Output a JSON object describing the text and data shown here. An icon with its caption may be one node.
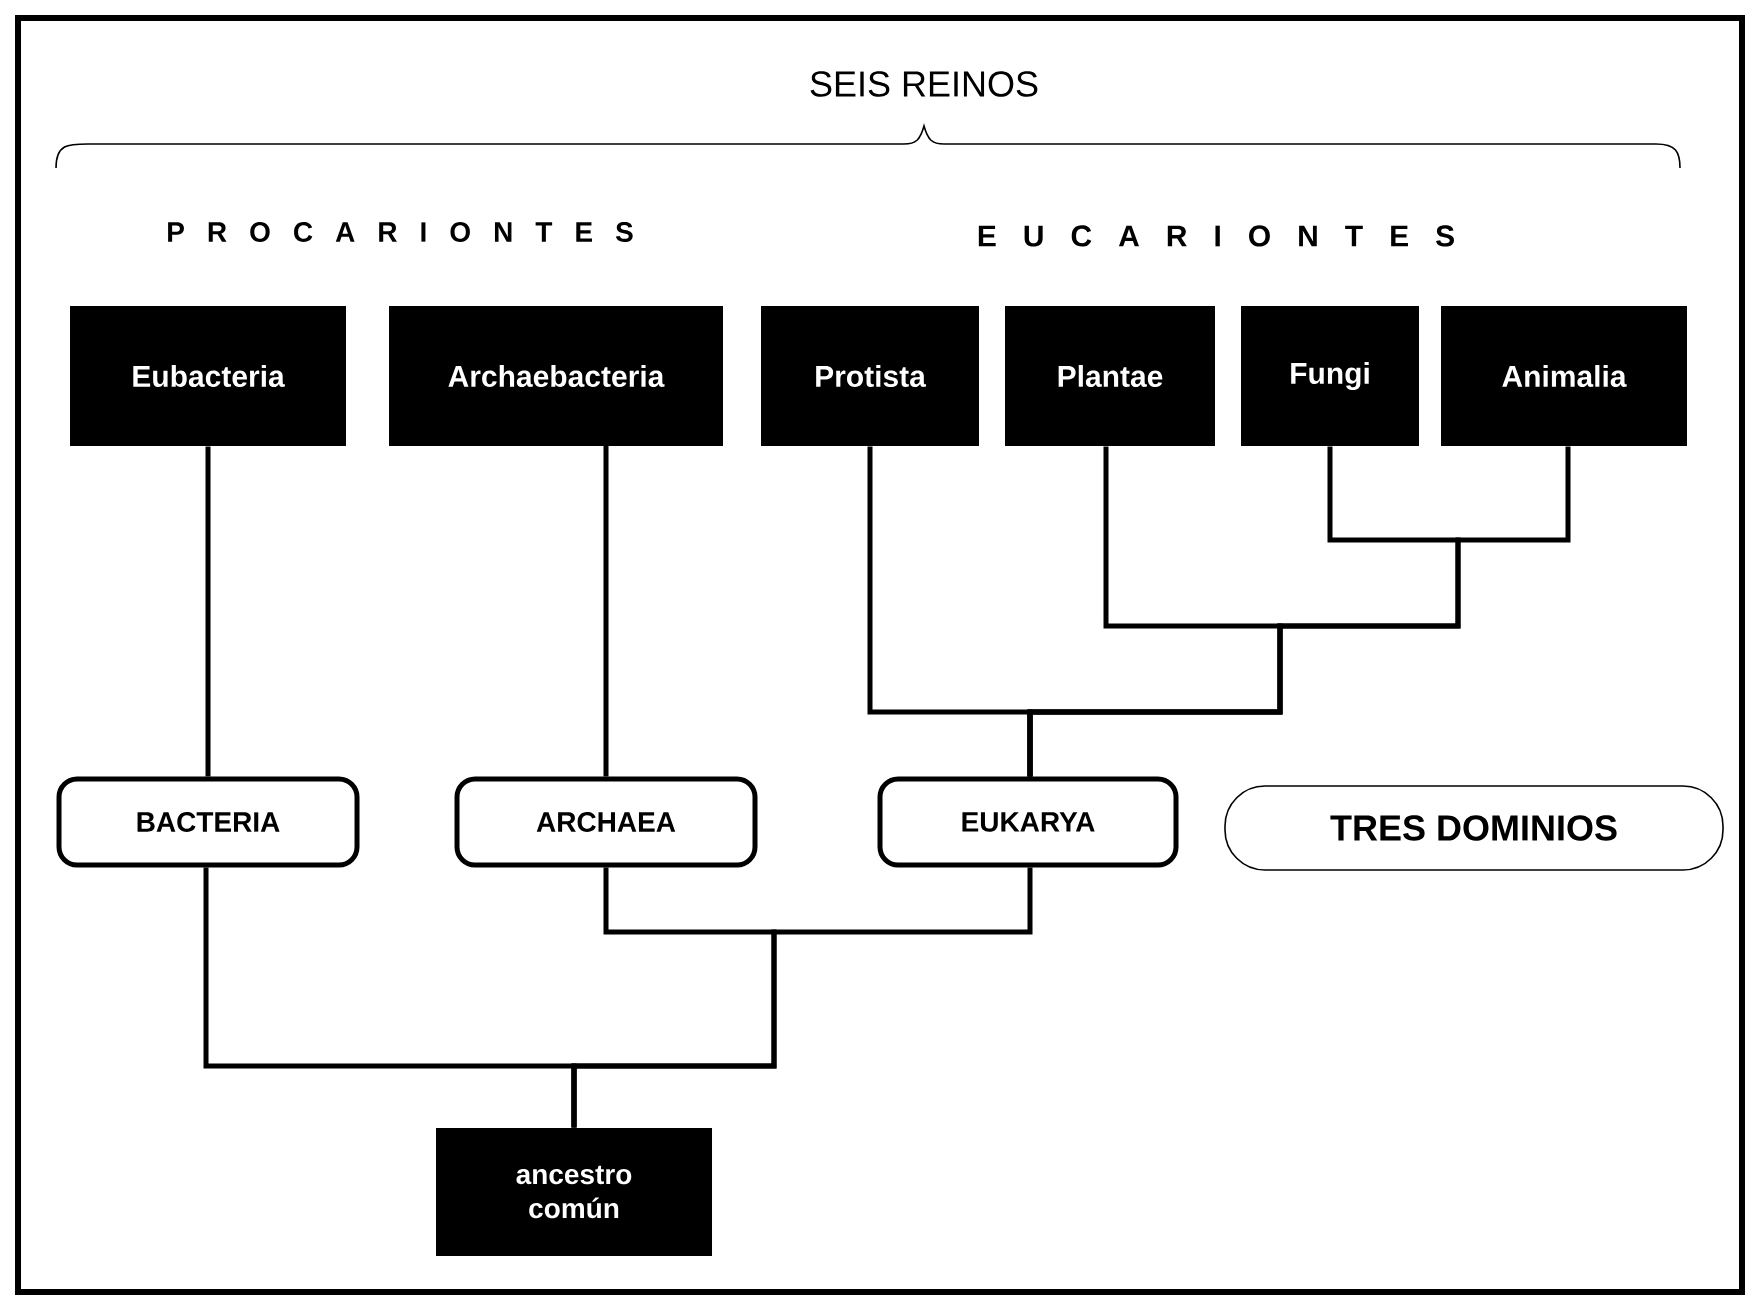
{
  "diagram": {
    "nodes": [
      {
        "text": [
          "Eubacteria"
        ]
      },
      {
        "text": [
          "Archaebacteria"
        ]
      },
      {
        "text": [
          "Protista"
        ]
      },
      {
        "text": [
          "Plantae"
        ]
      },
      {
        "text": [
          "Fungi"
        ]
      },
      {
        "text": [
          "Animalia"
        ]
      },
      {
        "text": [
          "BACTERIA"
        ]
      },
      {
        "text": [
          "ARCHAEA"
        ]
      },
      {
        "text": [
          "EUKARYA"
        ]
      },
      {
        "text": [
          "TRES DOMINIOS"
        ]
      },
      {
        "text": [
          "ancestro común"
        ]
      }
    ],
    "edges": [
      {
        "from": 0,
        "to": 6,
        "arrow": "none"
      },
      {
        "from": 1,
        "to": 7,
        "arrow": "none"
      },
      {
        "from": 2,
        "to": 8,
        "arrow": "none"
      },
      {
        "from": 3,
        "to": 8,
        "arrow": "none"
      },
      {
        "from": 4,
        "to": 8,
        "arrow": "none"
      },
      {
        "from": 5,
        "to": 8,
        "arrow": "none"
      },
      {
        "from": 6,
        "to": 10,
        "arrow": "none"
      },
      {
        "from": 7,
        "to": 10,
        "arrow": "none"
      },
      {
        "from": 8,
        "to": 10,
        "arrow": "none"
      }
    ],
    "labels": [
      "SEIS REINOS",
      "P R O C A R I O N T E S",
      "E U C A R I O N T E S"
    ]
  }
}
